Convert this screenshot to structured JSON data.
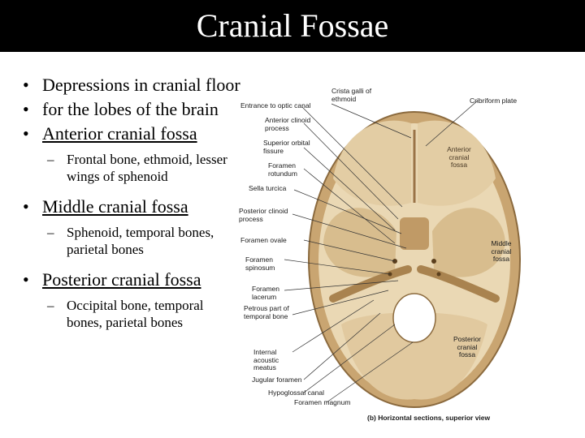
{
  "title": "Cranial Fossae",
  "bullets": [
    {
      "level": 1,
      "text": "Depressions in cranial floor"
    },
    {
      "level": 1,
      "text": "for the lobes of the brain"
    },
    {
      "level": 1,
      "text": "Anterior cranial fossa",
      "underline": true
    },
    {
      "level": 2,
      "text": "Frontal bone, ethmoid, lesser wings of sphenoid"
    },
    {
      "level": 1,
      "text": "Middle cranial fossa",
      "underline": true
    },
    {
      "level": 2,
      "text": "Sphenoid, temporal bones, parietal bones"
    },
    {
      "level": 1,
      "text": "Posterior cranial fossa",
      "underline": true
    },
    {
      "level": 2,
      "text": "Occipital bone, temporal bones, parietal bones"
    }
  ],
  "figure": {
    "labels": {
      "crista_galli": "Crista galli of ethmoid",
      "cribriform_plate": "Cribriform plate",
      "entrance_optic_canal": "Entrance to optic canal",
      "anterior_clinoid": "Anterior clinoid process",
      "superior_orbital_fissure": "Superior orbital fissure",
      "foramen_rotundum": "Foramen rotundum",
      "sella_turcica": "Sella turcica",
      "posterior_clinoid": "Posterior clinoid process",
      "foramen_ovale": "Foramen ovale",
      "foramen_spinosum": "Foramen spinosum",
      "foramen_lacerum": "Foramen lacerum",
      "petrous_part": "Petrous part of temporal bone",
      "internal_acoustic_meatus": "Internal acoustic meatus",
      "jugular_foramen": "Jugular foramen",
      "hypoglossal_canal": "Hypoglossal canal",
      "foramen_magnum": "Foramen magnum",
      "anterior_fossa": "Anterior cranial fossa",
      "middle_fossa": "Middle cranial fossa",
      "posterior_fossa": "Posterior cranial fossa"
    },
    "caption": "(b) Horizontal sections, superior view",
    "colors": {
      "bone_outer": "#c9a571",
      "bone_inner": "#ead8b4",
      "shadow": "#9a7347",
      "line": "#333333"
    }
  }
}
